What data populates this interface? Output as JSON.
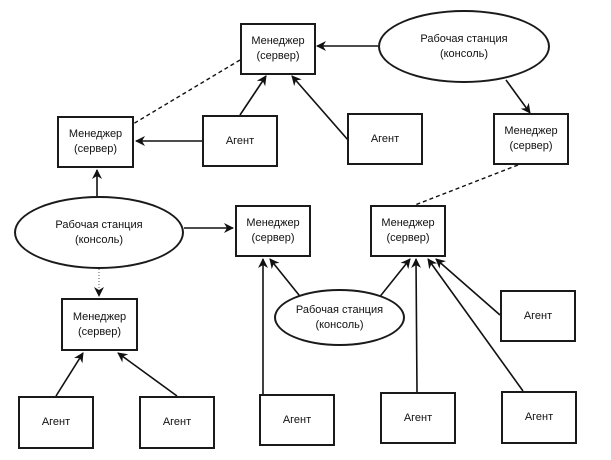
{
  "labels": {
    "manager_line1": "Менеджер",
    "manager_line2": "(сервер)",
    "agent": "Агент",
    "workstation_line1": "Рабочая станция",
    "workstation_line2": "(консоль)"
  },
  "nodes": {
    "managers": [
      {
        "id": "M1",
        "line1": "Менеджер",
        "line2": "(сервер)"
      },
      {
        "id": "M2",
        "line1": "Менеджер",
        "line2": "(сервер)"
      },
      {
        "id": "M3",
        "line1": "Менеджер",
        "line2": "(сервер)"
      },
      {
        "id": "M4",
        "line1": "Менеджер",
        "line2": "(сервер)"
      },
      {
        "id": "M5",
        "line1": "Менеджер",
        "line2": "(сервер)"
      },
      {
        "id": "M6",
        "line1": "Менеджер",
        "line2": "(сервер)"
      }
    ],
    "workstations": [
      {
        "id": "E1",
        "line1": "Рабочая станция",
        "line2": "(консоль)"
      },
      {
        "id": "E2",
        "line1": "Рабочая станция",
        "line2": "(консоль)"
      },
      {
        "id": "E3",
        "line1": "Рабочая станция",
        "line2": "(консоль)"
      }
    ],
    "agents": [
      {
        "id": "A1",
        "label": "Агент"
      },
      {
        "id": "A2",
        "label": "Агент"
      },
      {
        "id": "A3",
        "label": "Агент"
      },
      {
        "id": "A4",
        "label": "Агент"
      },
      {
        "id": "A5",
        "label": "Агент"
      },
      {
        "id": "A6",
        "label": "Агент"
      },
      {
        "id": "A7",
        "label": "Агент"
      },
      {
        "id": "A8",
        "label": "Агент"
      }
    ]
  },
  "edges": [
    {
      "from": "E1",
      "to": "M1",
      "style": "solid",
      "arrow": true
    },
    {
      "from": "E1",
      "to": "M3",
      "style": "solid",
      "arrow": true
    },
    {
      "from": "A1",
      "to": "M1",
      "style": "solid",
      "arrow": true
    },
    {
      "from": "A2",
      "to": "M1",
      "style": "solid",
      "arrow": true
    },
    {
      "from": "A1",
      "to": "M2",
      "style": "solid",
      "arrow": true
    },
    {
      "from": "M1",
      "to": "M2",
      "style": "dashed",
      "arrow": false
    },
    {
      "from": "E2",
      "to": "M2",
      "style": "solid",
      "arrow": true
    },
    {
      "from": "E2",
      "to": "M4",
      "style": "solid",
      "arrow": true
    },
    {
      "from": "E2",
      "to": "M6",
      "style": "dotted",
      "arrow": true
    },
    {
      "from": "M3",
      "to": "M5",
      "style": "dashed",
      "arrow": false
    },
    {
      "from": "A3",
      "to": "M6",
      "style": "solid",
      "arrow": true
    },
    {
      "from": "A4",
      "to": "M6",
      "style": "solid",
      "arrow": true
    },
    {
      "from": "A5",
      "to": "M4",
      "style": "solid",
      "arrow": true
    },
    {
      "from": "E3",
      "to": "M4",
      "style": "solid",
      "arrow": true
    },
    {
      "from": "E3",
      "to": "M5",
      "style": "solid",
      "arrow": true
    },
    {
      "from": "A6",
      "to": "M5",
      "style": "solid",
      "arrow": true
    },
    {
      "from": "A7",
      "to": "M5",
      "style": "solid",
      "arrow": true
    },
    {
      "from": "A8",
      "to": "M5",
      "style": "solid",
      "arrow": true
    }
  ]
}
